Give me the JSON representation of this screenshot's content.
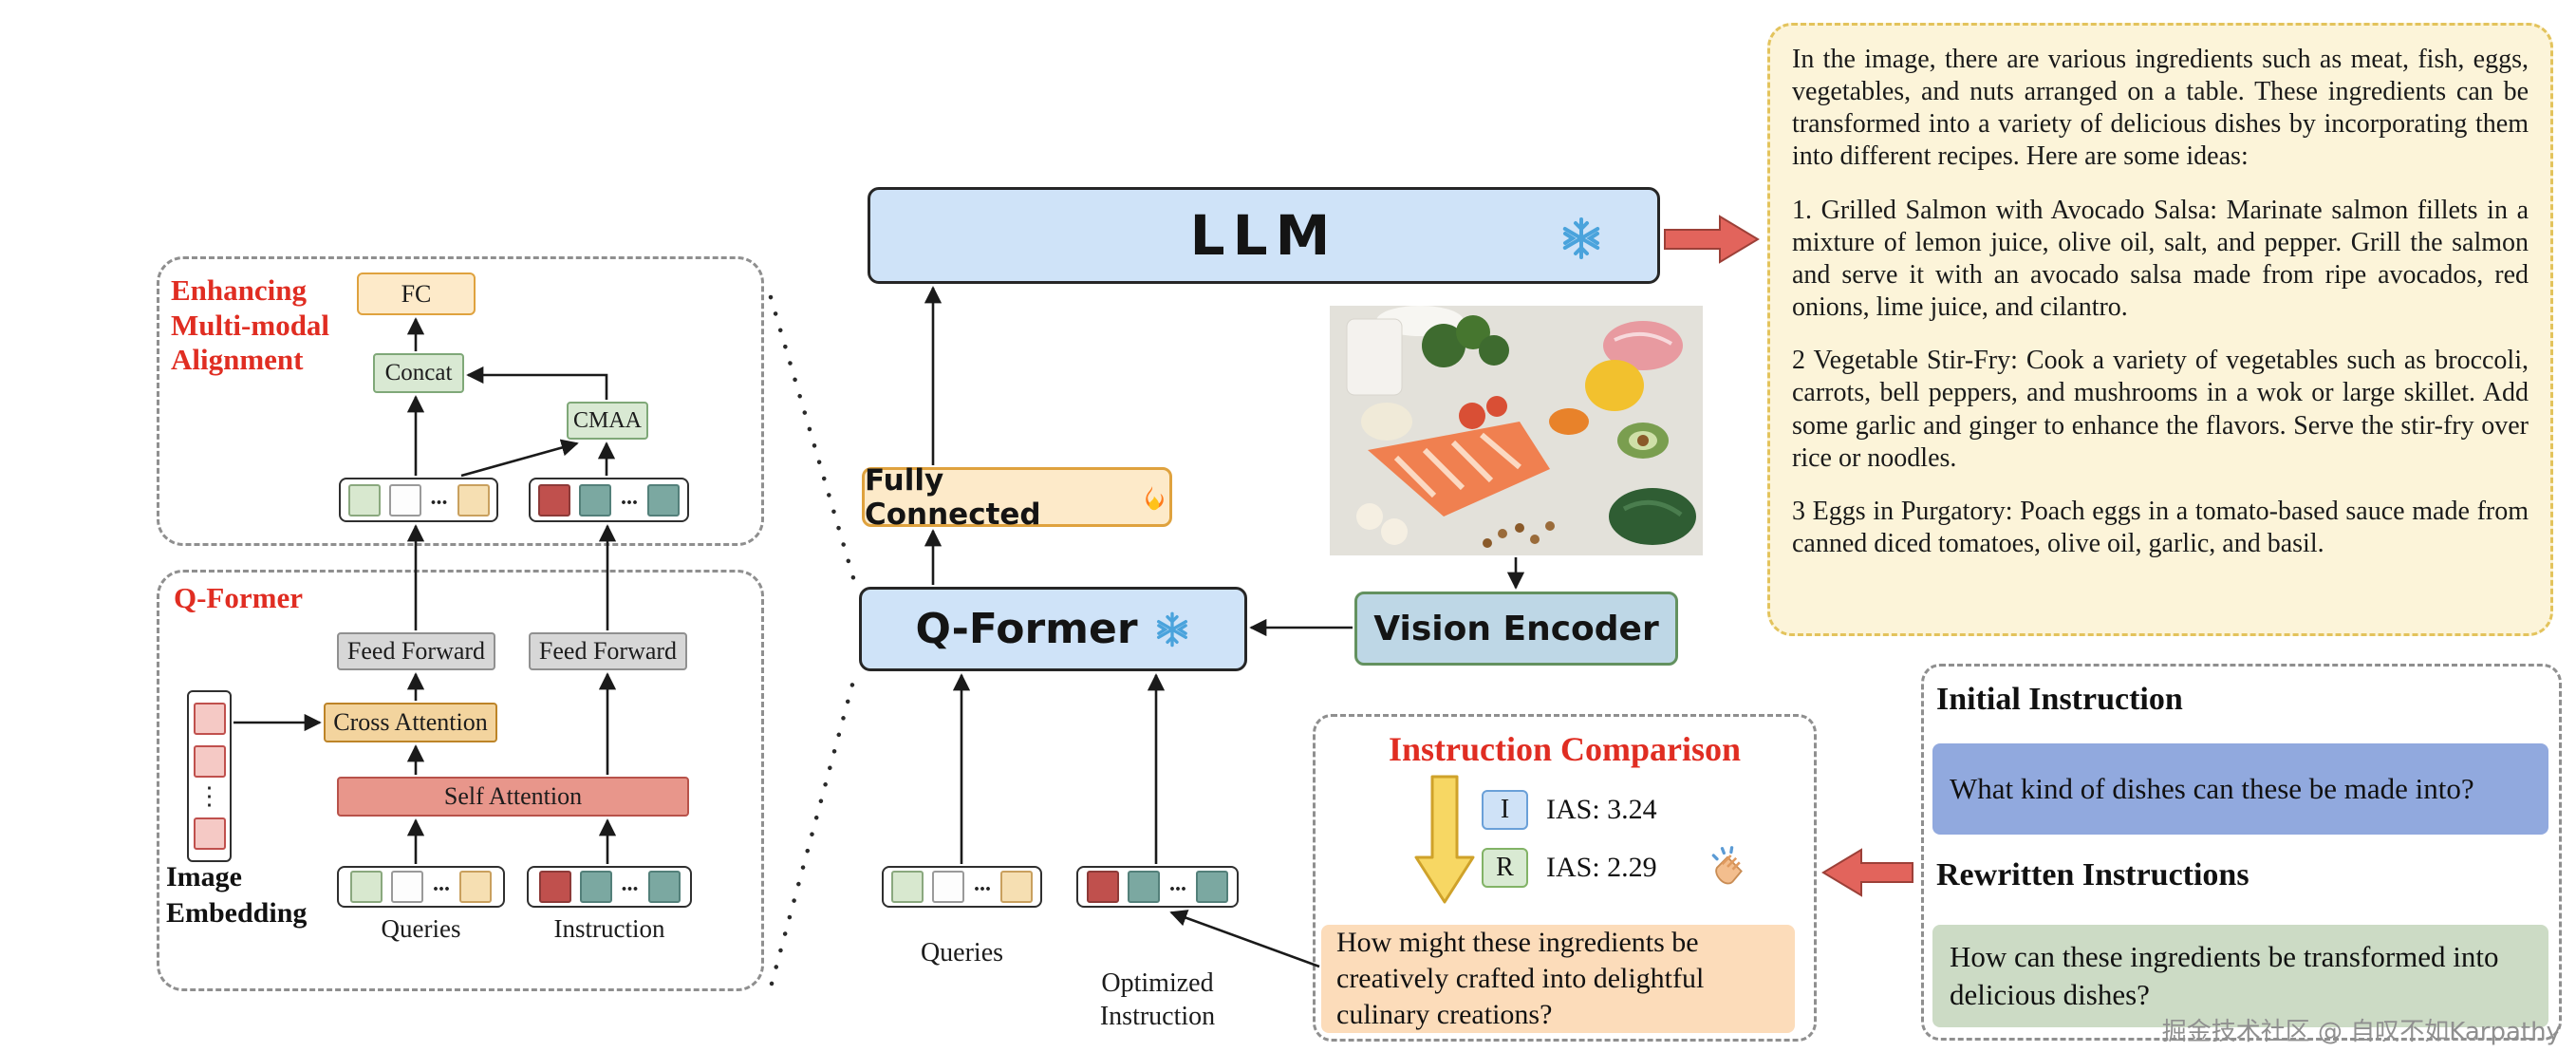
{
  "palette": {
    "frozen_box_fill": "#cfe3f8",
    "trainable_box_fill": "#fdeac9",
    "vision_box_fill": "#bed7e6",
    "accent_red": "#e02d22",
    "big_arrow_red": "#e2645c",
    "llm_output_fill": "#fcf4d9",
    "initial_instruction_fill": "#91a9de",
    "rewritten_instruction_fill": "#ccdbc5",
    "optimized_instruction_fill": "#fcdcba",
    "snowflake_blue": "#4aa3dc"
  },
  "icons": {
    "frozen": "snowflake-icon",
    "trainable": "flame-icon",
    "applause": "clap-icon",
    "comparison_pointer": "yellow-down-arrow"
  },
  "emma_panel": {
    "title_lines": [
      "Enhancing",
      "Multi-modal",
      "Alignment"
    ],
    "fc_label": "FC",
    "concat_label": "Concat",
    "cmaa_label": "CMAA"
  },
  "qformer_panel": {
    "title": "Q-Former",
    "feed_forward_left": "Feed Forward",
    "feed_forward_right": "Feed Forward",
    "cross_attention": "Cross Attention",
    "self_attention": "Self Attention",
    "image_embedding_lines": [
      "Image",
      "Embedding"
    ],
    "queries_label": "Queries",
    "instruction_label": "Instruction"
  },
  "tokens": {
    "ellipsis": "...",
    "vertical_ellipsis": "⋮",
    "queries_pattern": [
      "green",
      "white",
      "ellipsis",
      "tan"
    ],
    "instruction_pattern": [
      "red",
      "teal",
      "ellipsis",
      "teal"
    ],
    "image_embedding_pattern": [
      "pink",
      "pink",
      "vertical-ellipsis",
      "pink"
    ]
  },
  "center": {
    "llm_label": "LLM",
    "fully_connected_label": "Fully Connected",
    "qformer_label": "Q-Former",
    "vision_encoder_label": "Vision Encoder",
    "queries_label": "Queries",
    "optimized_instruction_lines": [
      "Optimized",
      "Instruction"
    ]
  },
  "llm_output": {
    "paragraphs": [
      "In the image, there are various ingredients such as meat, fish, eggs, vegetables, and nuts arranged on a table. These ingredients can be transformed into a variety of delicious dishes by incorporating them into different recipes. Here are some ideas:",
      "1. Grilled Salmon with Avocado Salsa: Marinate salmon fillets in a mixture of lemon juice, olive oil, salt, and pepper. Grill the salmon and serve it with an avocado salsa made from ripe avocados, red onions, lime juice, and cilantro.",
      "2 Vegetable Stir-Fry: Cook a variety of vegetables such as broccoli, carrots, bell peppers, and mushrooms in a wok or large skillet. Add some garlic and ginger to enhance the flavors. Serve the stir-fry over rice or noodles.",
      "3 Eggs in Purgatory: Poach eggs in a tomato-based sauce made from canned diced tomatoes, olive oil, garlic, and basil."
    ]
  },
  "comparison": {
    "title": "Instruction Comparison",
    "initial_tag": "I",
    "rewritten_tag": "R",
    "initial_score": "IAS: 3.24",
    "rewritten_score": "IAS: 2.29",
    "optimized_instruction": "How might these ingredients be creatively crafted into delightful culinary creations?"
  },
  "instructions_panel": {
    "initial_heading": "Initial Instruction",
    "initial_text": "What kind of dishes can these be made into?",
    "rewritten_heading": "Rewritten  Instructions",
    "rewritten_text": "How can these ingredients be transformed into delicious dishes?"
  },
  "watermark": "掘金技术社区 @ 自叹不如Karpathy"
}
